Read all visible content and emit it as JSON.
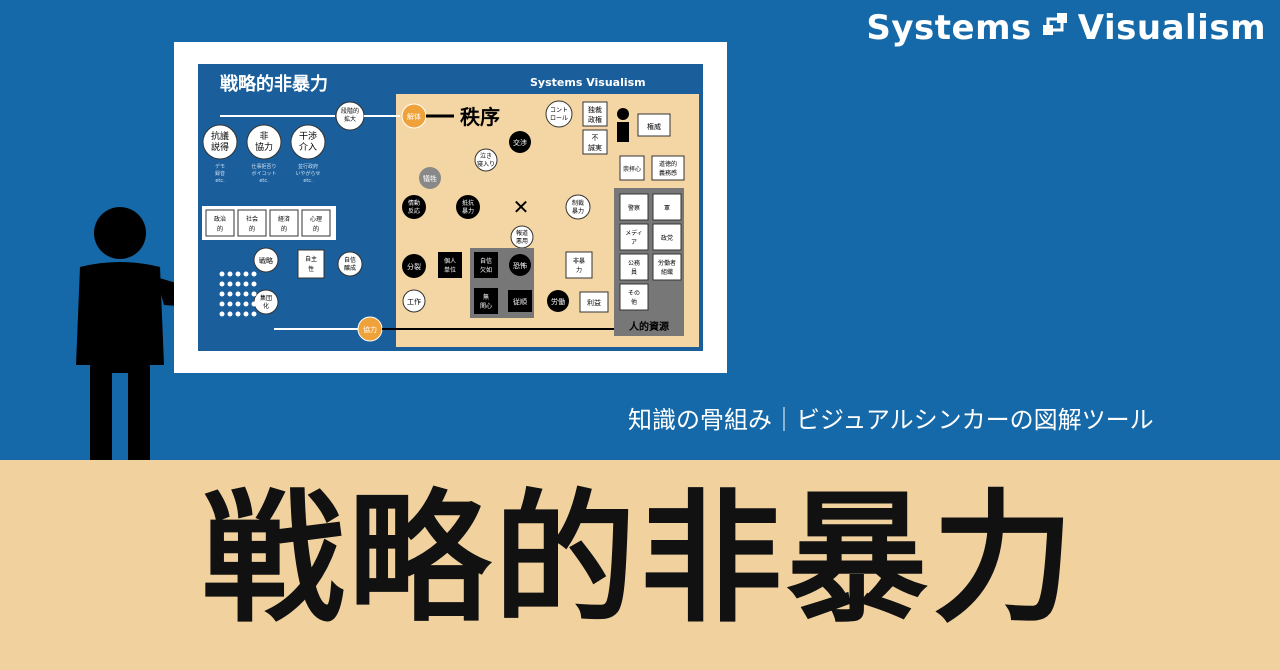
{
  "colors": {
    "background_top": "#1569a8",
    "background_bottom": "#f1d29f",
    "diagram_blue": "#1a5e9b",
    "diagram_tan": "#f3d6a3",
    "accent_orange": "#f0a23a"
  },
  "brand": {
    "left": "Systems",
    "right": "Visualism",
    "logo_icon": "systems-visualism-logo"
  },
  "subtitle": "知識の骨組み｜ビジュアルシンカーの図解ツール",
  "title": "戦略的非暴力",
  "diagram": {
    "title": "戦略的非暴力",
    "brand": "Systems Visualism",
    "methods": [
      {
        "label1": "抗議",
        "label2": "説得",
        "examples": [
          "デモ",
          "録音"
        ],
        "etc": "etc."
      },
      {
        "label1": "非",
        "label2": "協力",
        "examples": [
          "仕事拒否り",
          "ボイコット"
        ],
        "etc": "etc."
      },
      {
        "label1": "干渉",
        "label2": "介入",
        "examples": [
          "並行政府",
          "いやがらせ"
        ],
        "etc": "etc."
      }
    ],
    "dimensions": [
      {
        "a": "政治",
        "b": "的"
      },
      {
        "a": "社会",
        "b": "的"
      },
      {
        "a": "経済",
        "b": "的"
      },
      {
        "a": "心理",
        "b": "的"
      }
    ],
    "escalation": [
      "段階的",
      "拡大"
    ],
    "dissolve": "解体",
    "order": "秩序",
    "control": [
      "コント",
      "ロール"
    ],
    "dictator": [
      "独裁",
      "政権"
    ],
    "dishonest": [
      "不",
      "誠実"
    ],
    "authority": "権威",
    "worship": "崇拝心",
    "moral_duty": [
      "道徳的",
      "義務感"
    ],
    "negotiation": "交渉",
    "appeal": [
      "泣き",
      "寝入り"
    ],
    "sacrifice": "犠牲",
    "emotional": [
      "情動",
      "反応"
    ],
    "resist_violence": [
      "抵抗",
      "暴力"
    ],
    "suppress_violence": [
      "制裁",
      "暴力"
    ],
    "backfire": [
      "報道",
      "悪用"
    ],
    "divide": "分裂",
    "individual": [
      "個人",
      "単位"
    ],
    "no_confidence": [
      "自信",
      "欠如"
    ],
    "fear": "恐怖",
    "nonviolence": [
      "非暴",
      "力"
    ],
    "apathy": [
      "無",
      "関心"
    ],
    "obedience": "従順",
    "labor": "労働",
    "profit": "利益",
    "work": "工作",
    "strategy": "戦略",
    "autonomy": [
      "自主",
      "性"
    ],
    "confidence": [
      "自信",
      "醸成"
    ],
    "collective": [
      "集団",
      "化"
    ],
    "cooperate": "協力",
    "pillars": [
      {
        "a": "警察",
        "b": ""
      },
      {
        "a": "軍",
        "b": ""
      },
      {
        "a": "メディ",
        "b": "ア"
      },
      {
        "a": "政党",
        "b": ""
      },
      {
        "a": "公務",
        "b": "員"
      },
      {
        "a": "労働者",
        "b": "組織"
      },
      {
        "a": "その",
        "b": "他"
      }
    ],
    "human_resources": "人的資源"
  }
}
